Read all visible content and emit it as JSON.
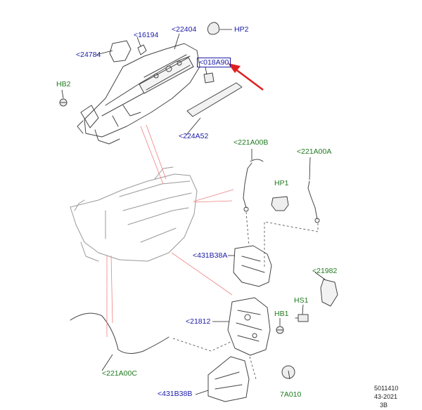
{
  "labels": {
    "p16194": "<16194",
    "p22404": "<22404",
    "hp2": "HP2",
    "p24784": "<24784",
    "p018a90": "<018A90",
    "hb2": "HB2",
    "p224a52": "<224A52",
    "p221a00b": "<221A00B",
    "p221a00a": "<221A00A",
    "hp1": "HP1",
    "p431b38a": "<431B38A",
    "p21982": "<21982",
    "hs1": "HS1",
    "hb1": "HB1",
    "p21812": "<21812",
    "p221a00c": "<221A00C",
    "p431b38b": "<431B38B",
    "p7a010": "7A010"
  },
  "footer": {
    "line1": "5011410",
    "line2": "43-2021",
    "line3": "3B"
  },
  "colors": {
    "part_label": "#1a1aa6",
    "fastener_label": "#1f7a1f",
    "highlight_arrow": "#e02020",
    "leader_lines": "#f08080"
  }
}
